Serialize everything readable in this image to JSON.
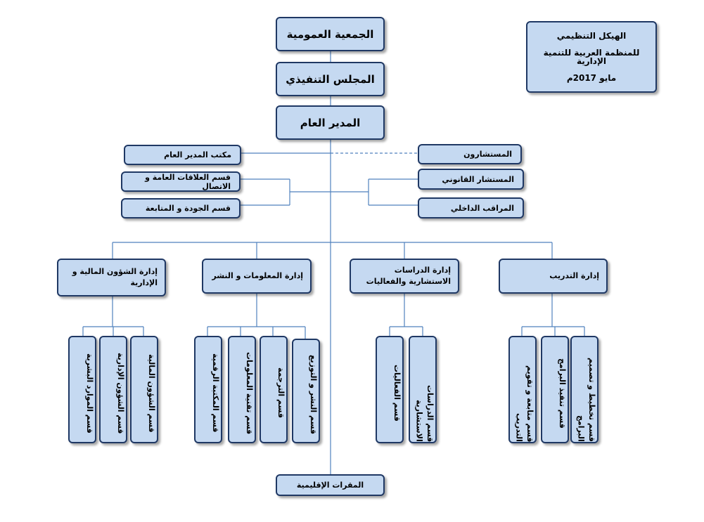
{
  "note": {
    "line1": "الهيكل التنظيمي",
    "line2": "للمنظمة العربية للتنمية الإدارية",
    "line3": "مايو 2017م"
  },
  "top": {
    "general_assembly": "الجمعية العمومية",
    "executive_council": "المجلس التنفيذي",
    "director_general": "المدير العام",
    "regional_offices": "المقرات الإقليمية"
  },
  "staff_left": {
    "dg_office": "مكتب المدير العام",
    "public_relations": "قسم العلاقات العامة و الاتصال",
    "quality": "قسم الجودة و المتابعة"
  },
  "staff_right": {
    "advisors": "المستشارون",
    "legal_advisor": "المستشار القانوني",
    "internal_auditor": "المراقب الداخلي"
  },
  "departments": {
    "finance": {
      "title": "إدارة الشؤون المالية و الإدارية",
      "sections": [
        "قسم الشؤون المالية",
        "قسم الشؤون الإدارية",
        "قسم الموارد البشرية"
      ]
    },
    "information": {
      "title": "إدارة المعلومات و النشر",
      "sections": [
        "قسم النشر و التوزيع",
        "قسم الترجمة",
        "قسم تقنية المعلومات",
        "قسم المكتبة الرقمية"
      ]
    },
    "studies": {
      "title": "إدارة الدراسات الاستشارية والفعاليات",
      "sections": [
        "قسم الدراسات الاستشارية",
        "قسم الفعاليات"
      ]
    },
    "training": {
      "title": "إدارة التدريب",
      "sections": [
        "قسم تخطيط و تصميم البرامج",
        "قسم تنفيذ البرامج",
        "قسم متابعة و تقويم التدريب"
      ]
    }
  }
}
